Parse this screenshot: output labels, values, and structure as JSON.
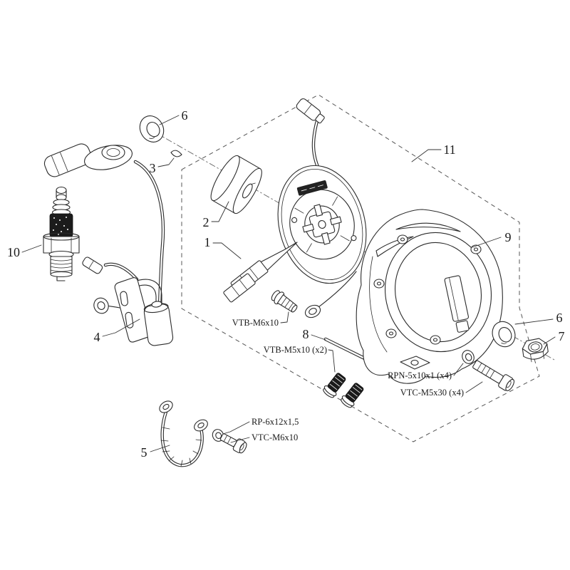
{
  "callouts": {
    "c1": "1",
    "c2": "2",
    "c3": "3",
    "c4": "4",
    "c5": "5",
    "c6_top": "6",
    "c6_right": "6",
    "c7": "7",
    "c8": "8",
    "c9": "9",
    "c10": "10",
    "c11": "11"
  },
  "fastener_labels": {
    "vtb_m6x10": "VTB-M6x10",
    "vtb_m5x10": "VTB-M5x10 (x2)",
    "rpn_5x10x1": "RPN-5x10x1 (x4)",
    "vtc_m5x30": "VTC-M5x30 (x4)",
    "rp_6x12x15": "RP-6x12x1,5",
    "vtc_m6x10": "VTC-M6x10"
  },
  "colors": {
    "background": "#ffffff",
    "line": "#2b2b2b",
    "dashed_outline": "#555555"
  }
}
